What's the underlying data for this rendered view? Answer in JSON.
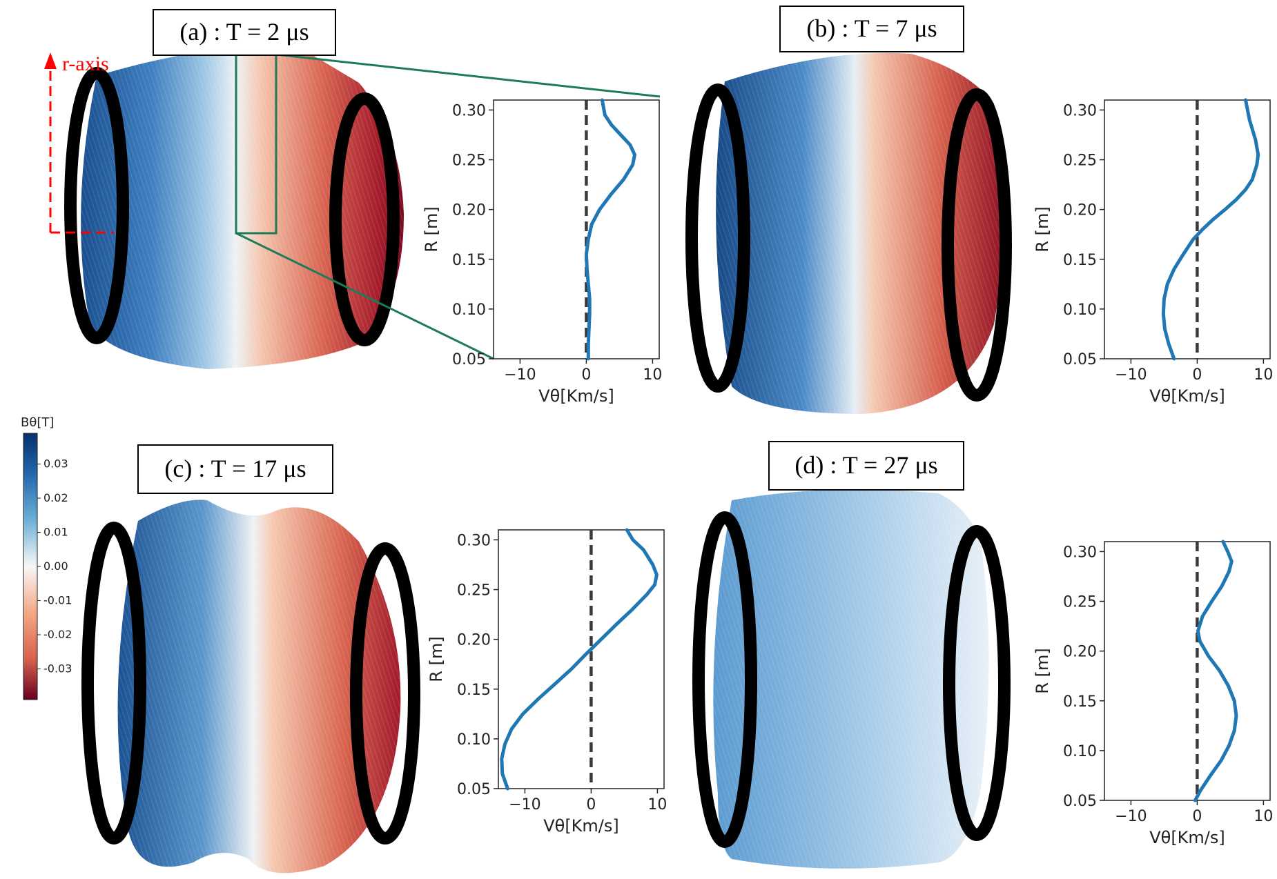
{
  "panels": [
    {
      "id": "a",
      "title": "(a) : T = 2 μs"
    },
    {
      "id": "b",
      "title": "(b) : T = 7 μs"
    },
    {
      "id": "c",
      "title": "(c) : T = 17 μs"
    },
    {
      "id": "d",
      "title": "(d) : T = 27 μs"
    }
  ],
  "r_axis_label": "r-axis",
  "colorbar": {
    "label": "Bθ[T]",
    "ticks": [
      "0.03",
      "0.02",
      "0.01",
      "0.00",
      "-0.01",
      "-0.02",
      "-0.03"
    ],
    "tick_values": [
      0.03,
      0.02,
      0.01,
      0.0,
      -0.01,
      -0.02,
      -0.03
    ],
    "range": [
      -0.039,
      0.039
    ],
    "colors": {
      "positive": "#08306b",
      "zero": "#f7f7f7",
      "negative": "#67001f"
    }
  },
  "colors": {
    "profile_line": "#1f77b4",
    "zero_line": "#3a3a3a",
    "zoom_box": "#1e7b5a",
    "r_axis": "#ff0000",
    "coil": "#000000"
  },
  "chart_data": [
    {
      "type": "line",
      "panel": "a",
      "xlabel": "Vθ[Km/s]",
      "ylabel": "R [m]",
      "xlim": [
        -14,
        11
      ],
      "ylim": [
        0.05,
        0.31
      ],
      "xticks": [
        -10,
        0,
        10
      ],
      "yticks": [
        0.05,
        0.1,
        0.15,
        0.2,
        0.25,
        0.3
      ],
      "yticklabels": [
        "0.05",
        "0.10",
        "0.15",
        "0.20",
        "0.25",
        "0.30"
      ],
      "vline": 0,
      "series": [
        {
          "x": [
            0.3,
            0.3,
            0.4,
            0.5,
            0.5,
            0.3,
            0.1,
            0.0,
            0.3,
            0.8,
            2.0,
            3.7,
            5.6,
            7.0,
            7.3,
            6.6,
            5.2,
            3.8,
            2.8,
            2.4
          ],
          "y": [
            0.05,
            0.065,
            0.08,
            0.095,
            0.11,
            0.125,
            0.14,
            0.155,
            0.17,
            0.185,
            0.2,
            0.215,
            0.23,
            0.245,
            0.255,
            0.265,
            0.275,
            0.285,
            0.295,
            0.31
          ]
        }
      ]
    },
    {
      "type": "line",
      "panel": "b",
      "xlabel": "Vθ[Km/s]",
      "ylabel": "R [m]",
      "xlim": [
        -14,
        11
      ],
      "ylim": [
        0.05,
        0.31
      ],
      "xticks": [
        -10,
        0,
        10
      ],
      "yticks": [
        0.05,
        0.1,
        0.15,
        0.2,
        0.25,
        0.3
      ],
      "yticklabels": [
        "0.05",
        "0.10",
        "0.15",
        "0.20",
        "0.25",
        "0.30"
      ],
      "vline": 0,
      "series": [
        {
          "x": [
            -3.5,
            -4.3,
            -4.9,
            -5.1,
            -5.0,
            -4.5,
            -3.5,
            -2.1,
            -0.6,
            0.8,
            2.4,
            4.2,
            5.9,
            7.3,
            8.3,
            9.0,
            9.2,
            8.8,
            7.9,
            7.3
          ],
          "y": [
            0.05,
            0.065,
            0.08,
            0.095,
            0.11,
            0.125,
            0.14,
            0.155,
            0.17,
            0.18,
            0.19,
            0.2,
            0.21,
            0.22,
            0.23,
            0.245,
            0.255,
            0.27,
            0.29,
            0.31
          ]
        }
      ]
    },
    {
      "type": "line",
      "panel": "c",
      "xlabel": "Vθ[Km/s]",
      "ylabel": "R [m]",
      "xlim": [
        -14,
        11
      ],
      "ylim": [
        0.05,
        0.31
      ],
      "xticks": [
        -10,
        0,
        10
      ],
      "yticks": [
        0.05,
        0.1,
        0.15,
        0.2,
        0.25,
        0.3
      ],
      "yticklabels": [
        "0.05",
        "0.10",
        "0.15",
        "0.20",
        "0.25",
        "0.30"
      ],
      "vline": 0,
      "series": [
        {
          "x": [
            -12.6,
            -13.4,
            -13.5,
            -13.0,
            -12.0,
            -10.3,
            -8.0,
            -5.5,
            -3.0,
            -0.8,
            1.5,
            3.8,
            6.2,
            8.4,
            9.6,
            9.9,
            9.3,
            7.9,
            6.3,
            5.4
          ],
          "y": [
            0.05,
            0.065,
            0.08,
            0.095,
            0.11,
            0.125,
            0.14,
            0.155,
            0.17,
            0.185,
            0.2,
            0.215,
            0.23,
            0.245,
            0.255,
            0.265,
            0.275,
            0.29,
            0.3,
            0.31
          ]
        }
      ]
    },
    {
      "type": "line",
      "panel": "d",
      "xlabel": "Vθ[Km/s]",
      "ylabel": "R [m]",
      "xlim": [
        -14,
        11
      ],
      "ylim": [
        0.05,
        0.31
      ],
      "xticks": [
        -10,
        0,
        10
      ],
      "yticks": [
        0.05,
        0.1,
        0.15,
        0.2,
        0.25,
        0.3
      ],
      "yticklabels": [
        "0.05",
        "0.10",
        "0.15",
        "0.20",
        "0.25",
        "0.30"
      ],
      "vline": 0,
      "series": [
        {
          "x": [
            -0.3,
            0.5,
            2.0,
            3.6,
            4.8,
            5.6,
            5.9,
            5.6,
            4.7,
            3.4,
            1.7,
            0.4,
            0.1,
            0.8,
            2.2,
            3.7,
            4.8,
            5.2,
            4.6,
            3.9
          ],
          "y": [
            0.05,
            0.06,
            0.075,
            0.09,
            0.105,
            0.12,
            0.135,
            0.15,
            0.165,
            0.18,
            0.195,
            0.21,
            0.22,
            0.235,
            0.25,
            0.265,
            0.28,
            0.29,
            0.3,
            0.31
          ]
        }
      ]
    }
  ]
}
